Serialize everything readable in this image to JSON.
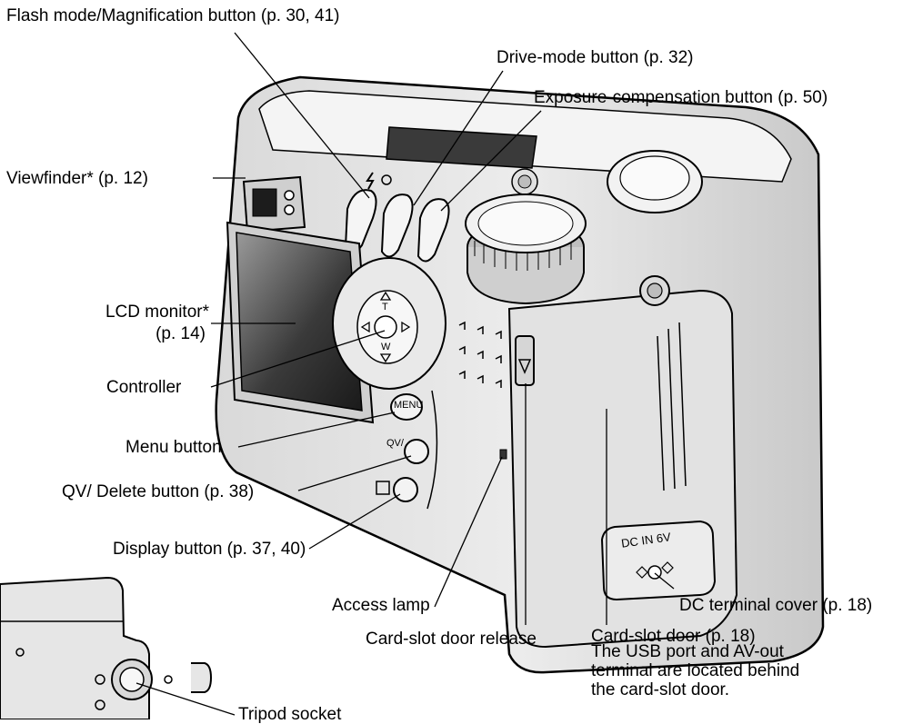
{
  "labels": {
    "flash_mode": "Flash mode/Magnification button (p. 30, 41)",
    "drive_mode": "Drive-mode button (p. 32)",
    "exposure_comp": "Exposure-compensation button (p. 50)",
    "viewfinder": "Viewfinder* (p. 12)",
    "lcd_monitor_line1": "LCD monitor*",
    "lcd_monitor_line2": "(p. 14)",
    "controller": "Controller",
    "menu_button": "Menu button",
    "qv_delete": "QV/ Delete button (p. 38)",
    "display_button": "Display button (p. 37, 40)",
    "access_lamp": "Access lamp",
    "card_slot_release": "Card-slot door release",
    "dc_terminal": "DC terminal cover (p. 18)",
    "card_slot_door": "Card-slot door (p. 18)",
    "card_slot_note_1": "The USB port and AV-out",
    "card_slot_note_2": "terminal are located behind",
    "card_slot_note_3": "the card-slot door.",
    "tripod_socket": "Tripod socket"
  },
  "camera_marks": {
    "menu_key": "MENU",
    "qv_key": "QV/",
    "dc_in": "DC IN 6V",
    "zoom_t": "T",
    "zoom_w": "W"
  },
  "colors": {
    "body": "#e6e6e6",
    "shadow": "#b8b8b8",
    "line": "#000000",
    "lcd": "#2e2e2e"
  }
}
